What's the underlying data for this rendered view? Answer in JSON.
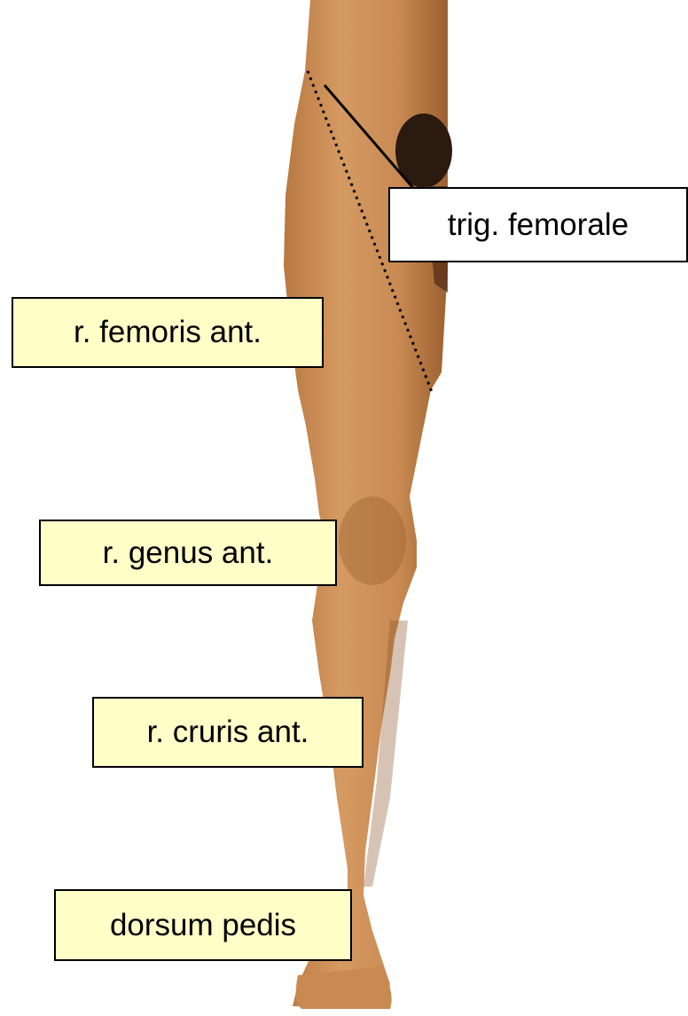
{
  "labels": {
    "trig_femorale": "trig. femorale",
    "regio_femoris_ant": "r. femoris ant.",
    "regio_genus_ant": "r. genus ant.",
    "regio_cruris_ant": "r. cruris ant.",
    "dorsum_pedis": "dorsum pedis"
  },
  "colors": {
    "label_yellow": "#ffffc8",
    "label_white": "#ffffff",
    "skin": "#c98a52",
    "skin_shadow": "#a8693a",
    "hair": "#2a1a10"
  }
}
